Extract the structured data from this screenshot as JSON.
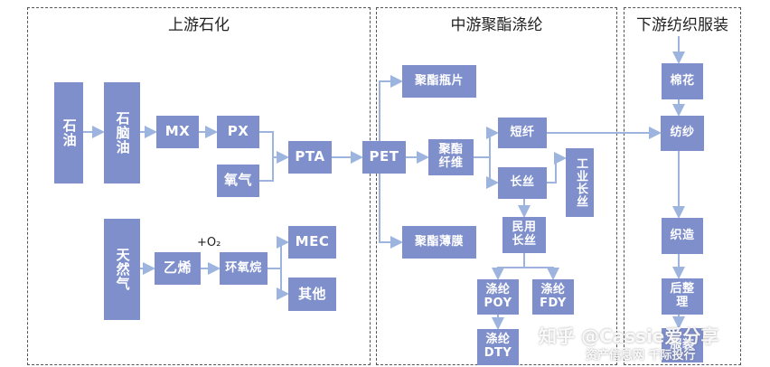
{
  "sections": {
    "upstream": "上游石化",
    "midstream": "中游聚酯涤纶",
    "downstream": "下游纺织服装"
  },
  "nodes": {
    "crude_oil": "石油",
    "naphtha": "石脑油",
    "mx": "MX",
    "px": "PX",
    "oxygen": "氧气",
    "pta": "PTA",
    "pet": "PET",
    "bottle": "聚酯瓶片",
    "fiber": "聚酯\n纤维",
    "film": "聚酯薄膜",
    "staple": "短纤",
    "filament": "长丝",
    "industrial_filament": "工业长丝",
    "civil_filament": "民用\n长丝",
    "poy": "涤纶\nPOY",
    "fdy": "涤纶\nFDY",
    "dty": "涤纶\nDTY",
    "natural_gas": "天然气",
    "ethylene": "乙烯",
    "ethylene_oxide": "环氧烷",
    "mec": "MEC",
    "other": "其他",
    "cotton": "棉花",
    "spinning": "纺纱",
    "weaving": "织造",
    "finishing": "后整\n理",
    "garment": "服装"
  },
  "labels": {
    "o2": "+O₂"
  },
  "watermark": {
    "main": "知乎 @Cassie爱分享",
    "sub": "资产信息网 千际投行"
  },
  "colors": {
    "node_fill": "#7f8fcc",
    "node_text": "#ffffff",
    "link": "#9db4df",
    "border": "#555555"
  }
}
